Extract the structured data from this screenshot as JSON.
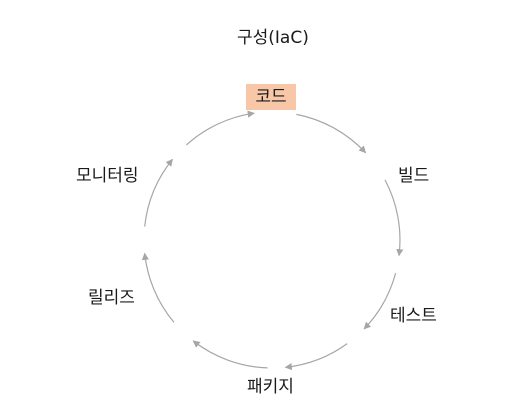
{
  "title": "구성(IaC)",
  "nodes": [
    {
      "id": "code",
      "label": "코드",
      "highlight": "#f7c7a8"
    },
    {
      "id": "build",
      "label": "빌드"
    },
    {
      "id": "test",
      "label": "테스트"
    },
    {
      "id": "package",
      "label": "패키지"
    },
    {
      "id": "release",
      "label": "릴리즈"
    },
    {
      "id": "monitor",
      "label": "모니터링"
    }
  ],
  "colors": {
    "arrow": "#a6a6a6",
    "text": "#1a1a1a",
    "highlight": "#f7c7a8"
  }
}
